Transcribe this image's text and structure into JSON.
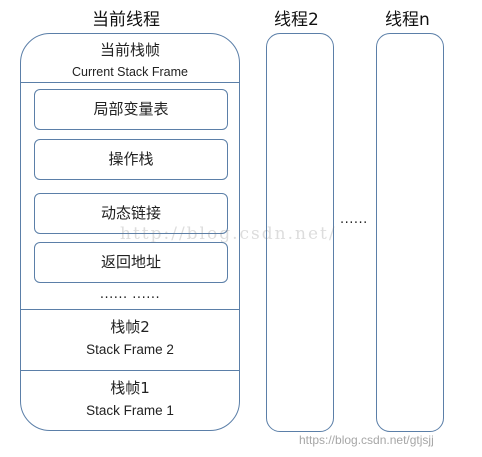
{
  "columns": {
    "current_thread": "当前线程",
    "thread_2": "线程2",
    "thread_n": "线程n"
  },
  "current_frame": {
    "title_cn": "当前栈帧",
    "title_en": "Current Stack Frame",
    "slots": [
      "局部变量表",
      "操作栈",
      "动态链接",
      "返回地址"
    ],
    "ellipsis": "...... ......"
  },
  "frame_2": {
    "title_cn": "栈帧2",
    "title_en": "Stack Frame 2"
  },
  "frame_1": {
    "title_cn": "栈帧1",
    "title_en": "Stack Frame 1"
  },
  "between_threads": "......",
  "watermarks": {
    "middle": "http://blog.csdn.net/",
    "bottom": "https://blog.csdn.net/gtjsjj"
  },
  "colors": {
    "border": "#5b7fa8",
    "text": "#222222",
    "background": "#ffffff"
  }
}
